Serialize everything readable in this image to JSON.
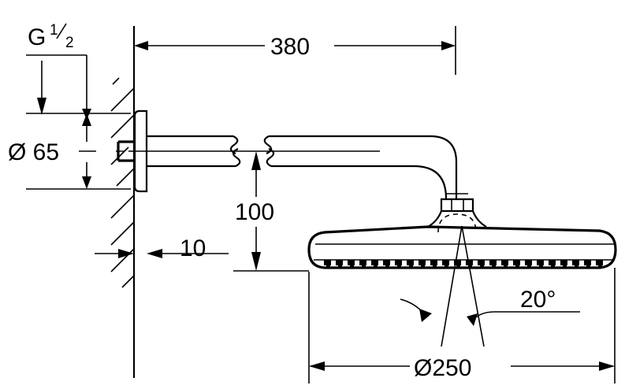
{
  "drawing": {
    "title": "Shower head technical dimension drawing",
    "units": "mm",
    "line_color": "#000000",
    "background_color": "#ffffff"
  },
  "dimensions": {
    "thread": {
      "label_prefix": "G",
      "label_numerator": "1",
      "label_denominator": "2",
      "full_label": "G 1/2"
    },
    "flange_diameter": {
      "symbol": "Ø",
      "value": "65",
      "full_label": "Ø 65"
    },
    "arm_projection": {
      "value": "380"
    },
    "wall_offset": {
      "value": "10"
    },
    "head_drop": {
      "value": "100"
    },
    "head_diameter": {
      "symbol": "Ø",
      "value": "250",
      "full_label": "Ø250"
    },
    "spray_angle": {
      "value": "20",
      "unit": "°",
      "full_label": "20°"
    }
  },
  "parts": {
    "wall": "wall-section-hatched",
    "flange": "wall-flange-escutcheon",
    "thread_connector": "threaded-inlet-connector",
    "shower_arm": "shower-arm-with-break",
    "elbow": "shower-arm-elbow",
    "swivel_nut": "swivel-ball-nut",
    "shower_head": "shower-head-disc",
    "nozzles": "spray-nozzle-row",
    "spray_cone": "spray-cone-indicator"
  }
}
